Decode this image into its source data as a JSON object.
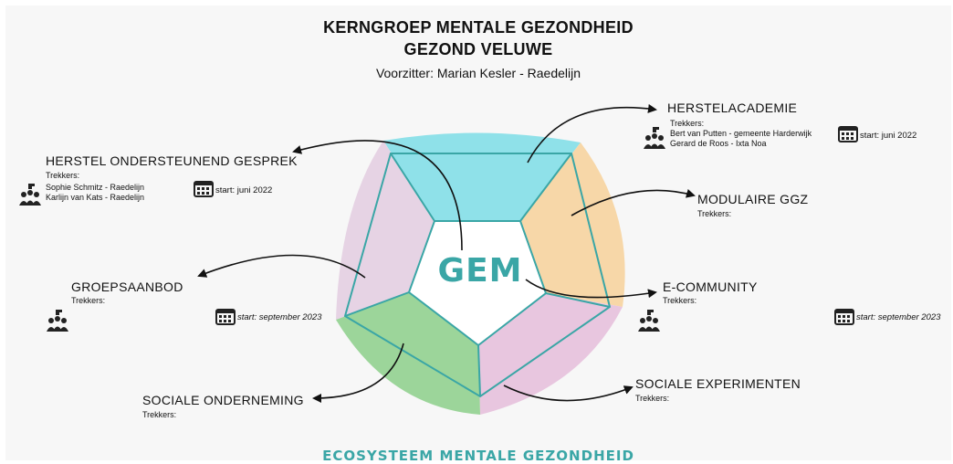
{
  "header": {
    "title_line1": "KERNGROEP MENTALE GEZONDHEID",
    "title_line2": "GEZOND VELUWE",
    "subtitle": "Voorzitter: Marian Kesler - Raedelijn"
  },
  "center_label": "GEM",
  "footer_label": "ECOSYSTEEM MENTALE GEZONDHEID",
  "colors": {
    "teal": "#3aa6a6",
    "cyan_segment": "#8fe1e9",
    "orange_segment": "#f7d7a8",
    "pink_segment": "#e8c6df",
    "green_segment": "#9cd59a",
    "lilac_segment": "#e6d3e4"
  },
  "nodes": {
    "herstelacademie": {
      "title": "HERSTELACADEMIE",
      "trekkers_label": "Trekkers:",
      "people": [
        "Bert van Putten - gemeente Harderwijk",
        "Gerard de Roos - Ixta Noa"
      ],
      "start": "start: juni 2022"
    },
    "herstel_gesprek": {
      "title": "HERSTEL ONDERSTEUNEND GESPREK",
      "trekkers_label": "Trekkers:",
      "people": [
        "Sophie Schmitz - Raedelijn",
        "Karlijn van Kats - Raedelijn"
      ],
      "start": "start: juni 2022"
    },
    "modulaire_ggz": {
      "title": "MODULAIRE GGZ",
      "trekkers_label": "Trekkers:"
    },
    "groepsaanbod": {
      "title": "GROEPSAANBOD",
      "trekkers_label": "Trekkers:",
      "start": "start: september 2023"
    },
    "e_community": {
      "title": "E-COMMUNITY",
      "trekkers_label": "Trekkers:",
      "start": "start: september 2023"
    },
    "sociale_experimenten": {
      "title": "SOCIALE EXPERIMENTEN",
      "trekkers_label": "Trekkers:"
    },
    "sociale_onderneming": {
      "title": "SOCIALE ONDERNEMING",
      "trekkers_label": "Trekkers:"
    }
  },
  "icons": [
    "people-group-icon",
    "calendar-icon",
    "arrow-icon"
  ]
}
